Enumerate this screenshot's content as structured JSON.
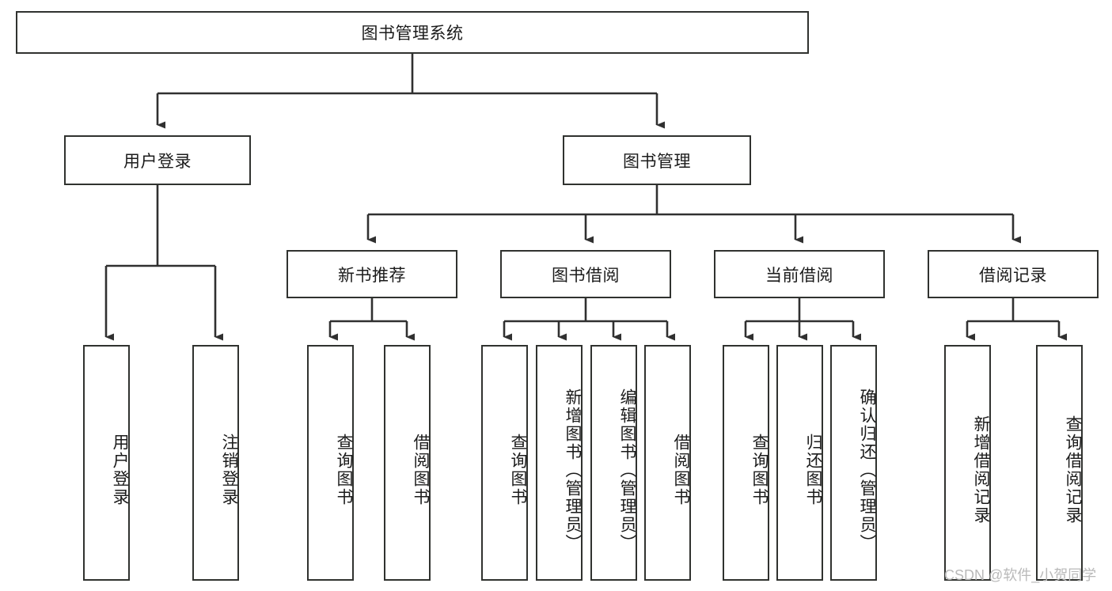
{
  "diagram": {
    "type": "tree-hierarchy",
    "title": "图书管理系统",
    "watermark": "CSDN @软件_小贺同学",
    "colors": {
      "box_border": "#30322f",
      "box_fill": "#ffffff",
      "connector": "#303030",
      "text": "#1b1b1b",
      "watermark": "#b9b9b9",
      "background": "#ffffff"
    },
    "levels": {
      "level1": [
        {
          "id": "root",
          "label": "图书管理系统",
          "orientation": "horizontal"
        }
      ],
      "level2": [
        {
          "id": "login",
          "label": "用户登录",
          "orientation": "horizontal"
        },
        {
          "id": "bookmgmt",
          "label": "图书管理",
          "orientation": "horizontal"
        }
      ],
      "level3": [
        {
          "id": "newbook",
          "label": "新书推荐",
          "orientation": "horizontal"
        },
        {
          "id": "borrow",
          "label": "图书借阅",
          "orientation": "horizontal"
        },
        {
          "id": "current",
          "label": "当前借阅",
          "orientation": "horizontal"
        },
        {
          "id": "records",
          "label": "借阅记录",
          "orientation": "horizontal"
        }
      ],
      "level4": [
        {
          "id": "leaf-user-login",
          "label": "用户登录",
          "parent": "login",
          "orientation": "vertical"
        },
        {
          "id": "leaf-user-logout",
          "label": "注销登录",
          "parent": "login",
          "orientation": "vertical"
        },
        {
          "id": "leaf-query-book-1",
          "label": "查询图书",
          "parent": "newbook",
          "orientation": "vertical"
        },
        {
          "id": "leaf-borrow-book-1",
          "label": "借阅图书",
          "parent": "newbook",
          "orientation": "vertical"
        },
        {
          "id": "leaf-query-book-2",
          "label": "查询图书",
          "parent": "borrow",
          "orientation": "vertical"
        },
        {
          "id": "leaf-add-book",
          "label": "新增图书（管理员）",
          "parent": "borrow",
          "orientation": "vertical"
        },
        {
          "id": "leaf-edit-book",
          "label": "编辑图书（管理员）",
          "parent": "borrow",
          "orientation": "vertical"
        },
        {
          "id": "leaf-borrow-book-2",
          "label": "借阅图书",
          "parent": "borrow",
          "orientation": "vertical"
        },
        {
          "id": "leaf-query-book-3",
          "label": "查询图书",
          "parent": "current",
          "orientation": "vertical"
        },
        {
          "id": "leaf-return-book",
          "label": "归还图书",
          "parent": "current",
          "orientation": "vertical"
        },
        {
          "id": "leaf-confirm-return",
          "label": "确认归还（管理员）",
          "parent": "current",
          "orientation": "vertical"
        },
        {
          "id": "leaf-add-record",
          "label": "新增借阅记录",
          "parent": "records",
          "orientation": "vertical"
        },
        {
          "id": "leaf-query-record",
          "label": "查询借阅记录",
          "parent": "records",
          "orientation": "vertical"
        }
      ]
    },
    "edges": [
      {
        "from": "root",
        "to": "login"
      },
      {
        "from": "root",
        "to": "bookmgmt"
      },
      {
        "from": "bookmgmt",
        "to": "newbook"
      },
      {
        "from": "bookmgmt",
        "to": "borrow"
      },
      {
        "from": "bookmgmt",
        "to": "current"
      },
      {
        "from": "bookmgmt",
        "to": "records"
      },
      {
        "from": "login",
        "to": "leaf-user-login"
      },
      {
        "from": "login",
        "to": "leaf-user-logout"
      },
      {
        "from": "newbook",
        "to": "leaf-query-book-1"
      },
      {
        "from": "newbook",
        "to": "leaf-borrow-book-1"
      },
      {
        "from": "borrow",
        "to": "leaf-query-book-2"
      },
      {
        "from": "borrow",
        "to": "leaf-add-book"
      },
      {
        "from": "borrow",
        "to": "leaf-edit-book"
      },
      {
        "from": "borrow",
        "to": "leaf-borrow-book-2"
      },
      {
        "from": "current",
        "to": "leaf-query-book-3"
      },
      {
        "from": "current",
        "to": "leaf-return-book"
      },
      {
        "from": "current",
        "to": "leaf-confirm-return"
      },
      {
        "from": "records",
        "to": "leaf-add-record"
      },
      {
        "from": "records",
        "to": "leaf-query-record"
      }
    ]
  }
}
